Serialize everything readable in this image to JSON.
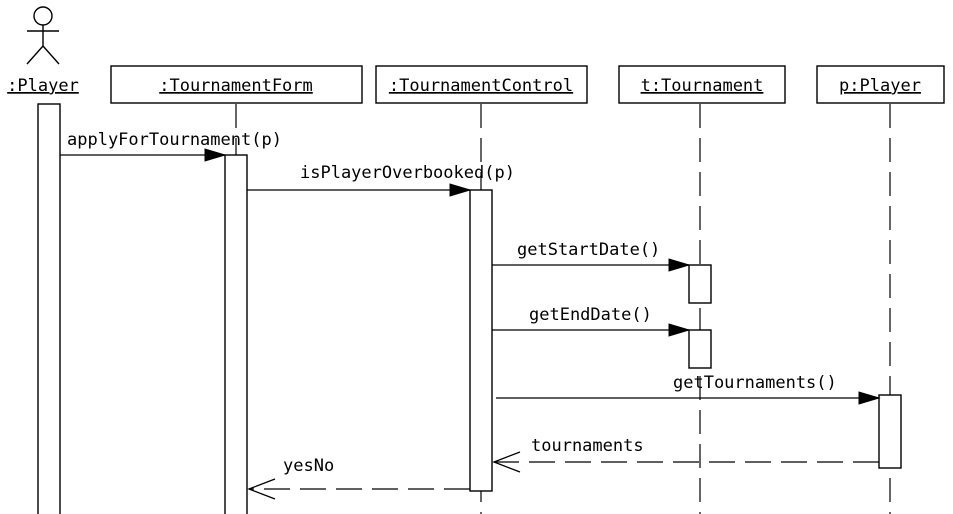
{
  "participants": [
    {
      "id": "actor",
      "label": ":Player",
      "is_actor": true
    },
    {
      "id": "form",
      "label": ":TournamentForm"
    },
    {
      "id": "control",
      "label": ":TournamentControl"
    },
    {
      "id": "tournament",
      "label": "t:Tournament"
    },
    {
      "id": "player",
      "label": "p:Player"
    }
  ],
  "messages": [
    {
      "id": "m1",
      "label": "applyForTournament(p)",
      "from": "actor",
      "to": "form",
      "kind": "call"
    },
    {
      "id": "m2",
      "label": "isPlayerOverbooked(p)",
      "from": "form",
      "to": "control",
      "kind": "call"
    },
    {
      "id": "m3",
      "label": "getStartDate()",
      "from": "control",
      "to": "tournament",
      "kind": "call"
    },
    {
      "id": "m4",
      "label": "getEndDate()",
      "from": "control",
      "to": "tournament",
      "kind": "call"
    },
    {
      "id": "m5",
      "label": "getTournaments()",
      "from": "control",
      "to": "player",
      "kind": "call"
    },
    {
      "id": "m6",
      "label": "tournaments",
      "from": "player",
      "to": "control",
      "kind": "return"
    },
    {
      "id": "m7",
      "label": "yesNo",
      "from": "control",
      "to": "form",
      "kind": "return"
    }
  ]
}
